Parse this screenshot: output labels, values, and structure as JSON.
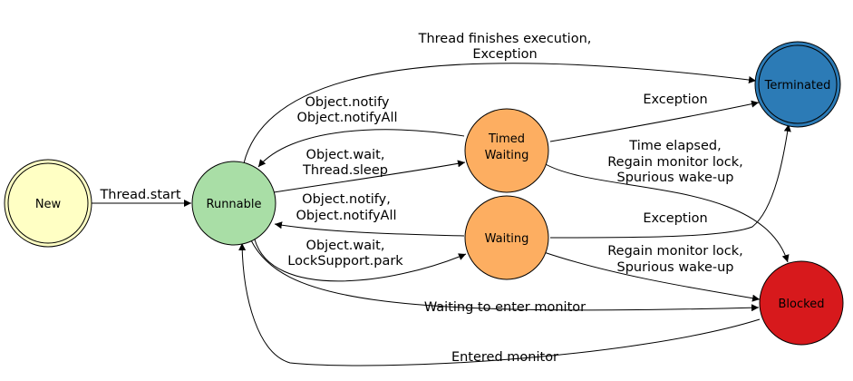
{
  "colors": {
    "new": "#ffffc4",
    "runnable": "#a9dea6",
    "timed_waiting": "#fdae61",
    "waiting": "#fdae61",
    "terminated": "#2c7bb6",
    "blocked": "#d7191c"
  },
  "states": {
    "new": "New",
    "runnable": "Runnable",
    "timed_waiting": [
      "Timed",
      "Waiting"
    ],
    "waiting": "Waiting",
    "terminated": "Terminated",
    "blocked": "Blocked"
  },
  "transitions": {
    "thread_start": "Thread.start",
    "finishes": [
      "Thread finishes execution,",
      "Exception"
    ],
    "timed_to_runnable": [
      "Object.notify",
      "Object.notifyAll"
    ],
    "runnable_to_timed": [
      "Object.wait,",
      "Thread.sleep"
    ],
    "timed_exception": "Exception",
    "timed_to_blocked": [
      "Time elapsed,",
      "Regain monitor lock,",
      "Spurious wake-up"
    ],
    "waiting_to_runnable": [
      "Object.notify,",
      "Object.notifyAll"
    ],
    "runnable_to_waiting": [
      "Object.wait,",
      "LockSupport.park"
    ],
    "waiting_exception": "Exception",
    "waiting_to_blocked": [
      "Regain monitor lock,",
      "Spurious wake-up"
    ],
    "waiting_to_enter": "Waiting to enter monitor",
    "entered_monitor": "Entered monitor"
  }
}
